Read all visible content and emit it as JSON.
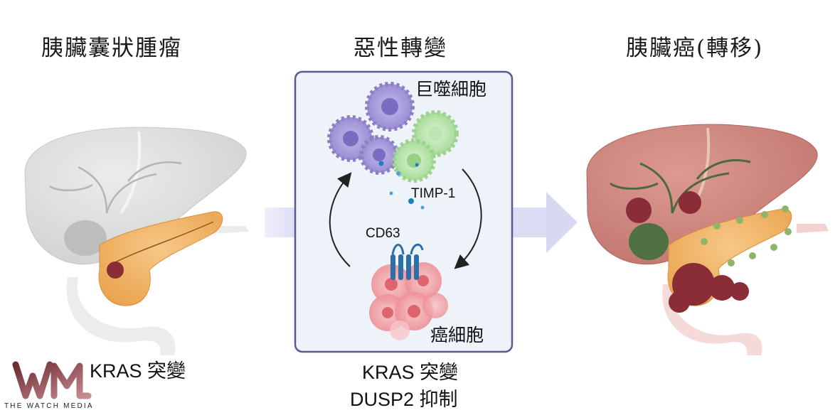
{
  "stages": {
    "left_title": "胰臟囊狀腫瘤",
    "middle_title": "惡性轉變",
    "right_title": "胰臟癌(轉移)"
  },
  "left_caption": {
    "gene": "KRAS",
    "change": "突變"
  },
  "middle_caption": {
    "line1_gene": "KRAS",
    "line1_change": "突變",
    "line2_gene": "DUSP2",
    "line2_change": "抑制"
  },
  "box": {
    "macrophage_label": "巨噬細胞",
    "cancer_label": "癌細胞",
    "timp_label": "TIMP-1",
    "cd63_label": "CD63"
  },
  "logo": {
    "text": "THE WATCH MEDIA",
    "monogram": "WM"
  },
  "colors": {
    "arrow_band": "#e6e6f7",
    "box_border": "#5a5a93",
    "box_fill": "#eef2f9",
    "macrophage_purple": "#a79bd8",
    "macrophage_green": "#b6e3aa",
    "cancer_pink": "#f3a3a8",
    "liver_healthy": "#d9d9d9",
    "liver_diseased": "#cf8a84",
    "pancreas": "#f3b765",
    "tumor": "#8b2d37"
  }
}
